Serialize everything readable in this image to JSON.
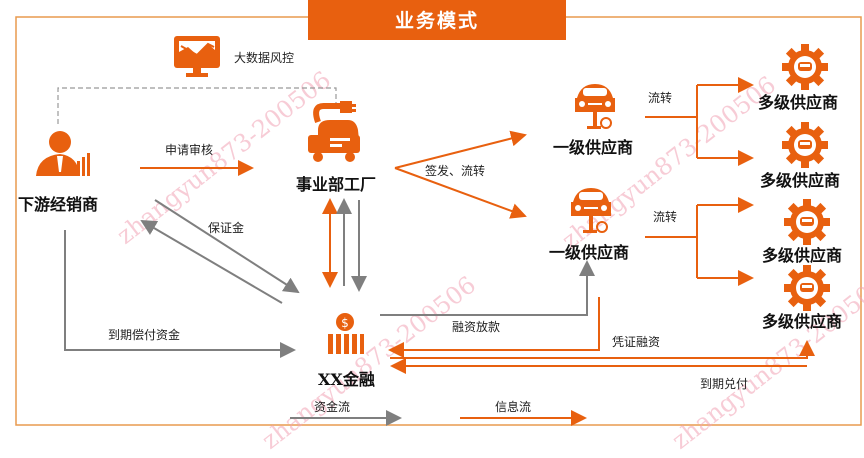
{
  "title": "业务模式",
  "colors": {
    "accent": "#E8600F",
    "gray": "#7F7F7F",
    "frame": "#E89A4F",
    "watermark": "#F2A3B5"
  },
  "nodes": {
    "risk_control": "大数据风控",
    "dealer": "下游经销商",
    "factory": "事业部工厂",
    "supplier1_top": "一级供应商",
    "supplier1_bottom": "一级供应商",
    "multi_supplier_1": "多级供应商",
    "multi_supplier_2": "多级供应商",
    "multi_supplier_3": "多级供应商",
    "multi_supplier_4": "多级供应商",
    "finance": "XX金融"
  },
  "edges": {
    "apply_review": "申请审核",
    "issue_transfer": "签发、流转",
    "transfer_top": "流转",
    "transfer_bottom": "流转",
    "deposit": "保证金",
    "repay_on_due": "到期偿付资金",
    "loan_release": "融资放款",
    "voucher_financing": "凭证融资",
    "redeem_on_due": "到期兑付"
  },
  "legend": {
    "fund_flow": "资金流",
    "info_flow": "信息流"
  },
  "watermark": "zhangyun873-200506"
}
